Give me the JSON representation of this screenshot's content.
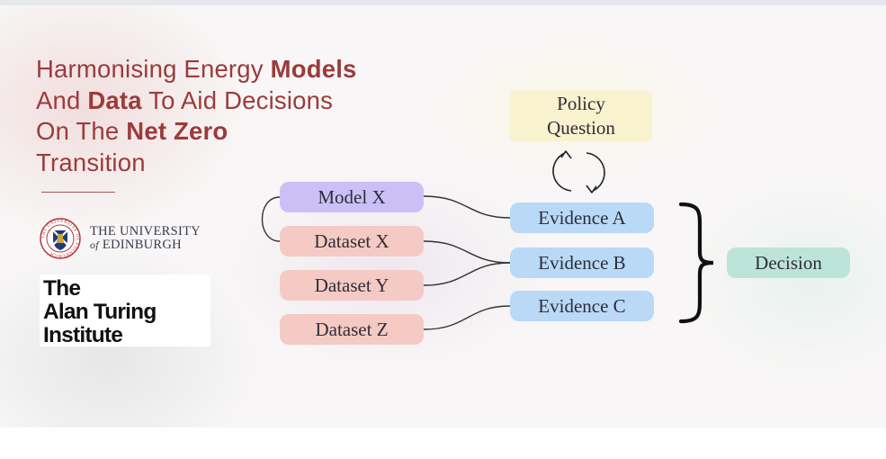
{
  "title": {
    "line1_normal": "Harmonising Energy ",
    "line1_bold": "Models",
    "line2_normal_a": "And ",
    "line2_bold": "Data",
    "line2_normal_b": " To Aid Decisions",
    "line3_normal": "On The ",
    "line3_bold": "Net Zero",
    "line4_normal": "Transition"
  },
  "logos": {
    "edinburgh": {
      "line1": "THE UNIVERSITY",
      "line2_italic": "of",
      "line2_rest": " EDINBURGH",
      "seal_ring_text": "THE UNIVERSITY OF EDINBURGH"
    },
    "turing": {
      "line1": "The",
      "line2": "Alan Turing",
      "line3": "Institute"
    }
  },
  "diagram": {
    "nodes": {
      "policy": {
        "line1": "Policy",
        "line2": "Question"
      },
      "model_x": {
        "label": "Model X"
      },
      "dataset_x": {
        "label": "Dataset X"
      },
      "dataset_y": {
        "label": "Dataset Y"
      },
      "dataset_z": {
        "label": "Dataset Z"
      },
      "evidence_a": {
        "label": "Evidence A"
      },
      "evidence_b": {
        "label": "Evidence B"
      },
      "evidence_c": {
        "label": "Evidence C"
      },
      "decision": {
        "label": "Decision"
      }
    },
    "edges": [
      [
        "model_x",
        "evidence_a"
      ],
      [
        "dataset_x",
        "evidence_b"
      ],
      [
        "dataset_y",
        "evidence_b"
      ],
      [
        "dataset_z",
        "evidence_c"
      ],
      [
        "model_x",
        "dataset_x"
      ]
    ],
    "colors": {
      "title": "#9b3b3b",
      "model": "#cbc0f6",
      "dataset": "#f5cac4",
      "evidence": "#b9d9f7",
      "decision": "#bde4d9",
      "policy": "#f8f2cf",
      "connector": "#333333"
    }
  }
}
